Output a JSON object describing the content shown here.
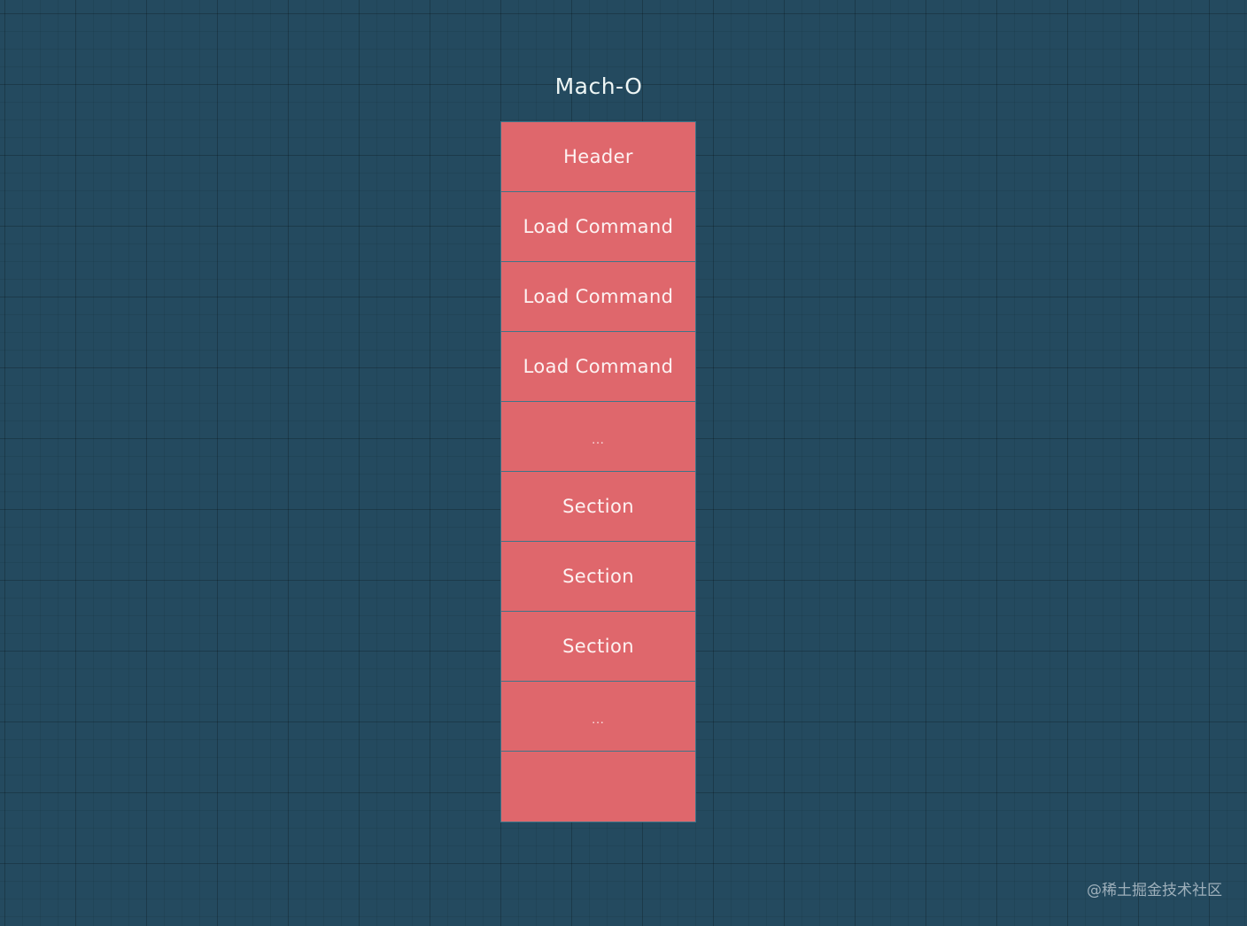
{
  "diagram": {
    "title": "Mach-O",
    "blocks": [
      {
        "label": "Header"
      },
      {
        "label": "Load Command"
      },
      {
        "label": "Load Command"
      },
      {
        "label": "Load Command"
      },
      {
        "label": "..."
      },
      {
        "label": "Section"
      },
      {
        "label": "Section"
      },
      {
        "label": "Section"
      },
      {
        "label": "..."
      },
      {
        "label": ""
      }
    ]
  },
  "watermark": "@稀土掘金技术社区",
  "colors": {
    "background": "#244a5f",
    "block_fill": "#df676c",
    "block_border": "#3f7488",
    "text": "#eef6f5"
  }
}
